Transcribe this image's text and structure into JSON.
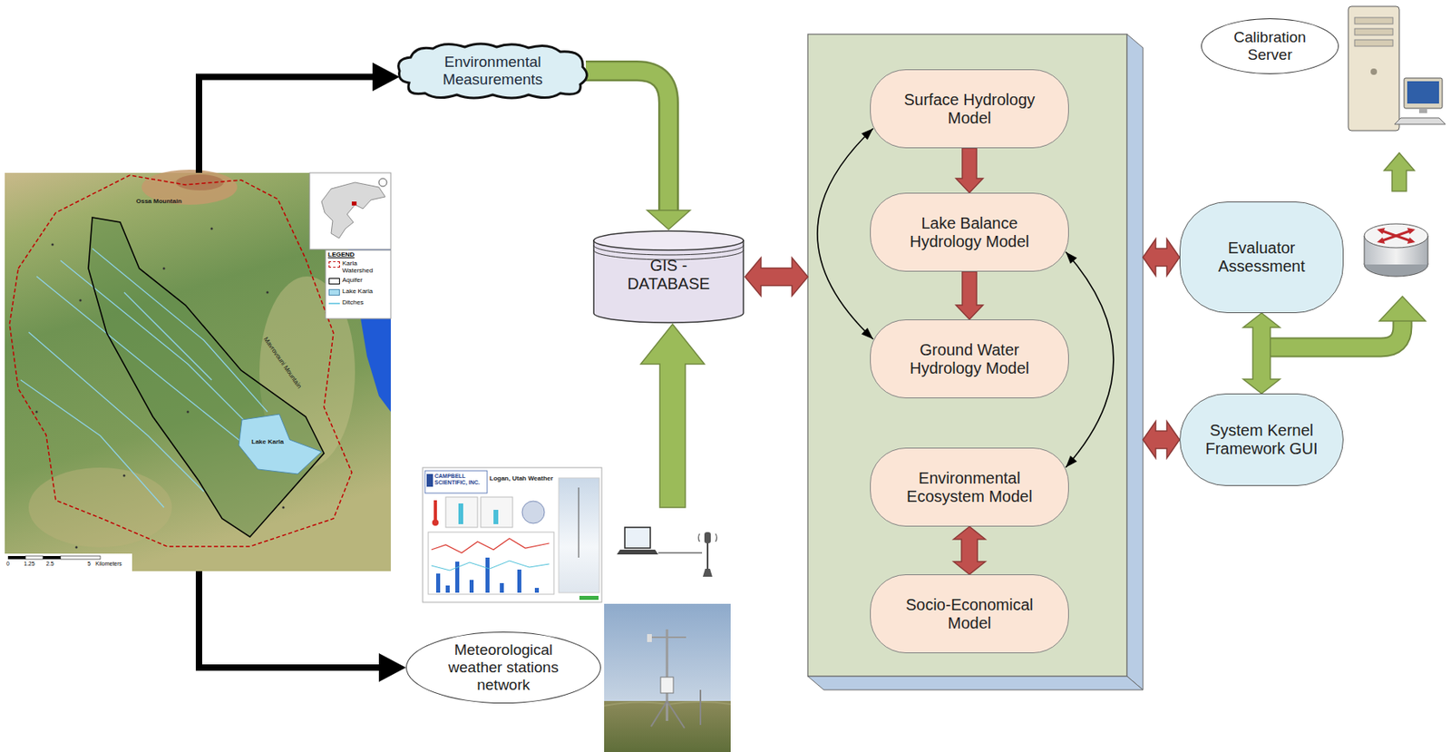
{
  "diagram": {
    "nodes": [
      {
        "text": [
          "Ossa Mountain",
          "Mavrovouni Mountain",
          "Lake Karla"
        ]
      },
      {
        "text": [
          "Environmental Measurements"
        ]
      },
      {
        "text": [
          "Meteorological weather stations network"
        ]
      },
      {
        "text": [
          "GIS - DATABASE"
        ]
      },
      {
        "text": []
      },
      {
        "text": [
          "Surface Hydrology Model"
        ],
        "in": 4
      },
      {
        "text": [
          "Lake Balance Hydrology Model"
        ],
        "in": 4
      },
      {
        "text": [
          "Ground Water Hydrology Model"
        ],
        "in": 4
      },
      {
        "text": [
          "Environmental Ecosystem Model"
        ],
        "in": 4
      },
      {
        "text": [
          "Socio-Economical Model"
        ],
        "in": 4
      },
      {
        "text": [
          "Calibration Server"
        ]
      },
      {
        "text": [
          "Evaluator Assessment"
        ]
      },
      {
        "text": [
          "System Kernel Framework GUI"
        ]
      }
    ],
    "edges": [
      {
        "from": 0,
        "to": 1,
        "arrow": "to"
      },
      {
        "from": 0,
        "to": 2,
        "arrow": "to"
      },
      {
        "from": 1,
        "to": 3,
        "arrow": "to"
      },
      {
        "from": 3,
        "to": 4,
        "arrow": "both"
      },
      {
        "from": 5,
        "to": 6,
        "arrow": "to"
      },
      {
        "from": 6,
        "to": 7,
        "arrow": "to"
      },
      {
        "from": 5,
        "to": 7,
        "arrow": "both"
      },
      {
        "from": 6,
        "to": 8,
        "arrow": "both"
      },
      {
        "from": 8,
        "to": 9,
        "arrow": "both"
      },
      {
        "from": 4,
        "to": 11,
        "arrow": "both"
      },
      {
        "from": 4,
        "to": 12,
        "arrow": "both"
      },
      {
        "from": 11,
        "to": 12,
        "arrow": "both"
      }
    ],
    "labels": [
      "LEGEND",
      "0",
      "1.25",
      "2.5",
      "5",
      "Kilometers",
      "CAMPBELL SCIENTIFIC, INC.",
      "Logan, Utah Weather"
    ],
    "legend": [
      {
        "text": "Karla Watershed"
      },
      {
        "text": "Aquifer"
      },
      {
        "text": "Lake Karla",
        "color": "#a8dcf0"
      },
      {
        "text": "Ditches"
      }
    ]
  }
}
